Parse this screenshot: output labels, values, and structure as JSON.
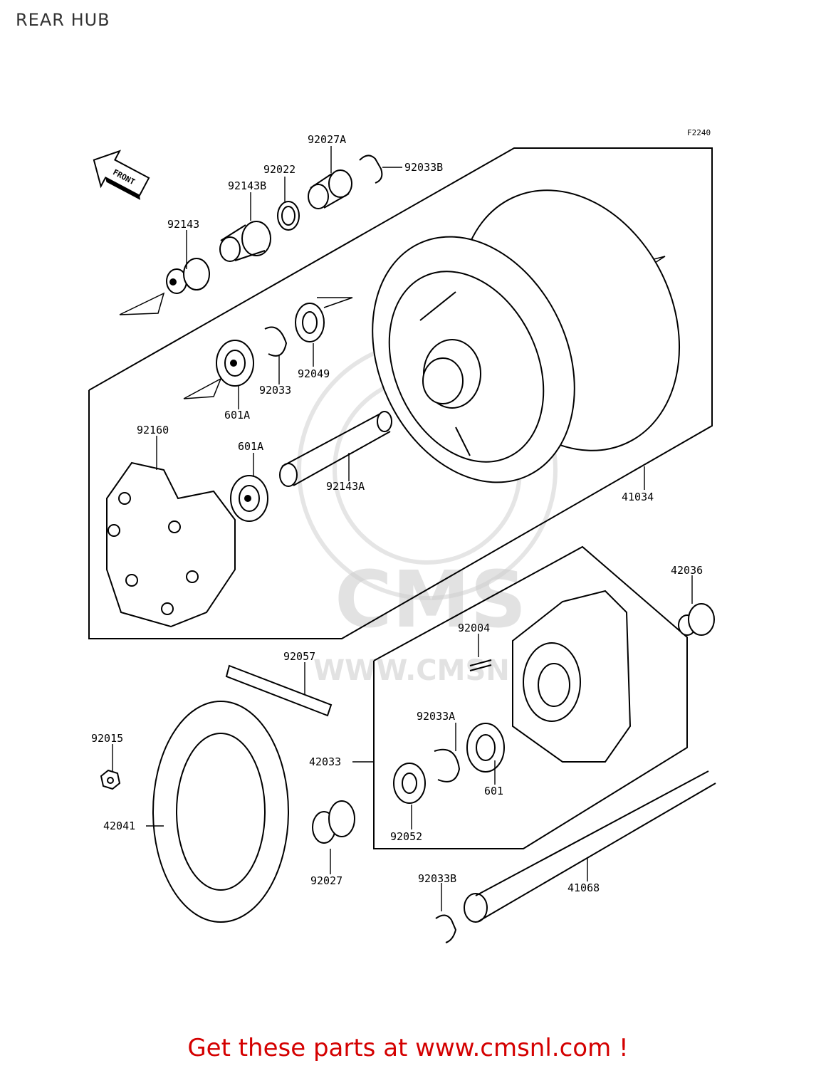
{
  "header": {
    "title": "REAR HUB"
  },
  "diagram": {
    "figure_code": "F2240",
    "front_label": "FRONT",
    "watermark": "CMS",
    "watermark_url": "WWW.CMSNL.COM",
    "parts": [
      "92027A",
      "92033B",
      "92022",
      "92143B",
      "92143",
      "92049",
      "92033",
      "601A",
      "92160",
      "601A",
      "92143A",
      "41034",
      "42036",
      "92004",
      "92057",
      "92015",
      "92033A",
      "42033",
      "601",
      "42041",
      "92052",
      "92027",
      "92033B",
      "41068"
    ]
  },
  "footer": {
    "cta": "Get these parts at www.cmsnl.com !"
  }
}
